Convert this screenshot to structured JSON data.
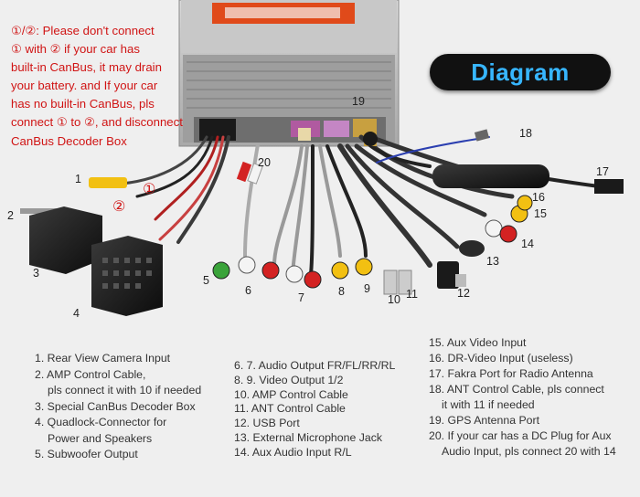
{
  "title": "Diagram",
  "warning": [
    "①/②: Please don't connect",
    "① with ② if your car has",
    "built-in CanBus, it may drain",
    "your battery. and If your car",
    "has no built-in CanBus, pls",
    "connect ① to ②, and disconnect",
    "CanBus Decoder Box"
  ],
  "unit_label": "⚠ ...",
  "markers": {
    "circle1": "①",
    "circle2": "②"
  },
  "callouts": [
    "1",
    "2",
    "3",
    "4",
    "5",
    "6",
    "7",
    "8",
    "9",
    "10",
    "11",
    "12",
    "13",
    "14",
    "15",
    "16",
    "17",
    "18",
    "19",
    "20"
  ],
  "legend": {
    "col1": [
      {
        "text": "1. Rear View Camera Input"
      },
      {
        "text": "2. AMP Control Cable,"
      },
      {
        "text": "pls connect it with 10 if needed",
        "sub": true
      },
      {
        "text": "3. Special CanBus Decoder Box"
      },
      {
        "text": "4. Quadlock-Connector for"
      },
      {
        "text": "Power and Speakers",
        "sub": true
      },
      {
        "text": "5. Subwoofer Output"
      }
    ],
    "col2": [
      {
        "text": "6. 7. Audio Output FR/FL/RR/RL"
      },
      {
        "text": "8. 9. Video Output 1/2"
      },
      {
        "text": "10. AMP Control Cable"
      },
      {
        "text": "11. ANT Control Cable"
      },
      {
        "text": "12. USB Port"
      },
      {
        "text": "13. External Microphone Jack"
      },
      {
        "text": "14. Aux Audio Input R/L"
      }
    ],
    "col3": [
      {
        "text": "15. Aux Video Input"
      },
      {
        "text": "16. DR-Video Input (useless)"
      },
      {
        "text": "17. Fakra Port for Radio Antenna"
      },
      {
        "text": "18. ANT Control Cable, pls connect"
      },
      {
        "text": "it with 11 if needed",
        "sub": true
      },
      {
        "text": "19. GPS Antenna Port"
      },
      {
        "text": "20. If your car has a DC Plug for Aux"
      },
      {
        "text": "Audio Input, pls connect 20 with 14",
        "sub": true
      }
    ]
  },
  "colors": {
    "warning": "#d01414",
    "banner_bg": "#111111",
    "banner_text": "#37b6ff",
    "rca_yellow": "#f2c012",
    "rca_red": "#d32222",
    "rca_white": "#f4f4f4",
    "rca_green": "#3aa33a"
  }
}
